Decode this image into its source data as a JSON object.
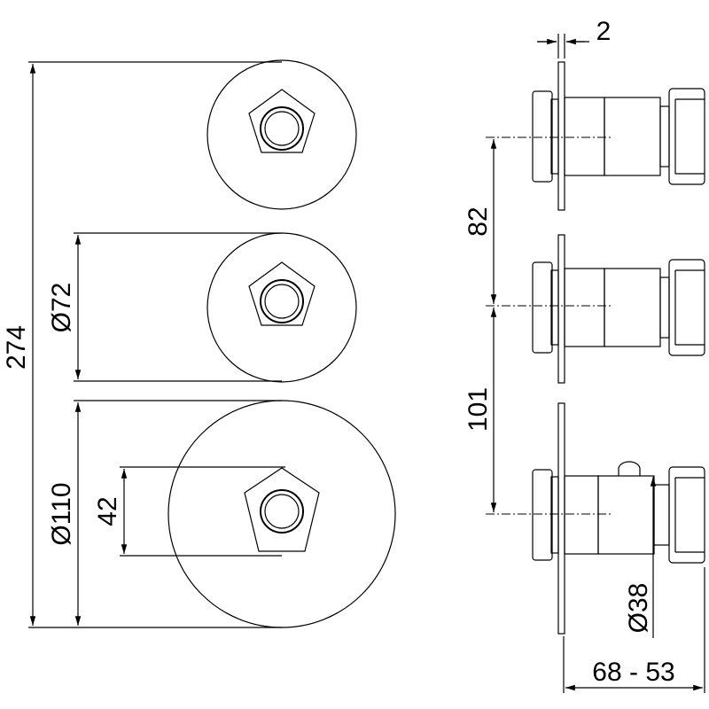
{
  "front_view": {
    "overall_height": "274",
    "small_plate_diameter": "Ø72",
    "large_plate_diameter": "Ø110",
    "handle_size": "42"
  },
  "side_view": {
    "plate_thickness": "2",
    "spacing_top": "82",
    "spacing_bottom": "101",
    "cap_diameter": "Ø38",
    "depth_range": "68 - 53"
  }
}
